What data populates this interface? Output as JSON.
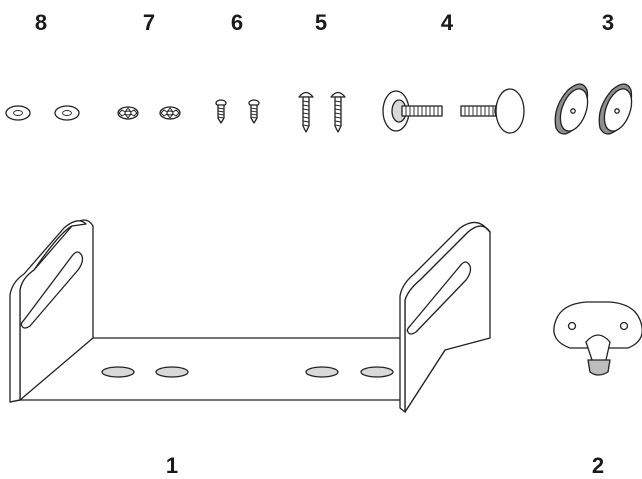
{
  "labels": {
    "part_8": "8",
    "part_7": "7",
    "part_6": "6",
    "part_5": "5",
    "part_4": "4",
    "part_3": "3",
    "part_1": "1",
    "part_2": "2"
  }
}
